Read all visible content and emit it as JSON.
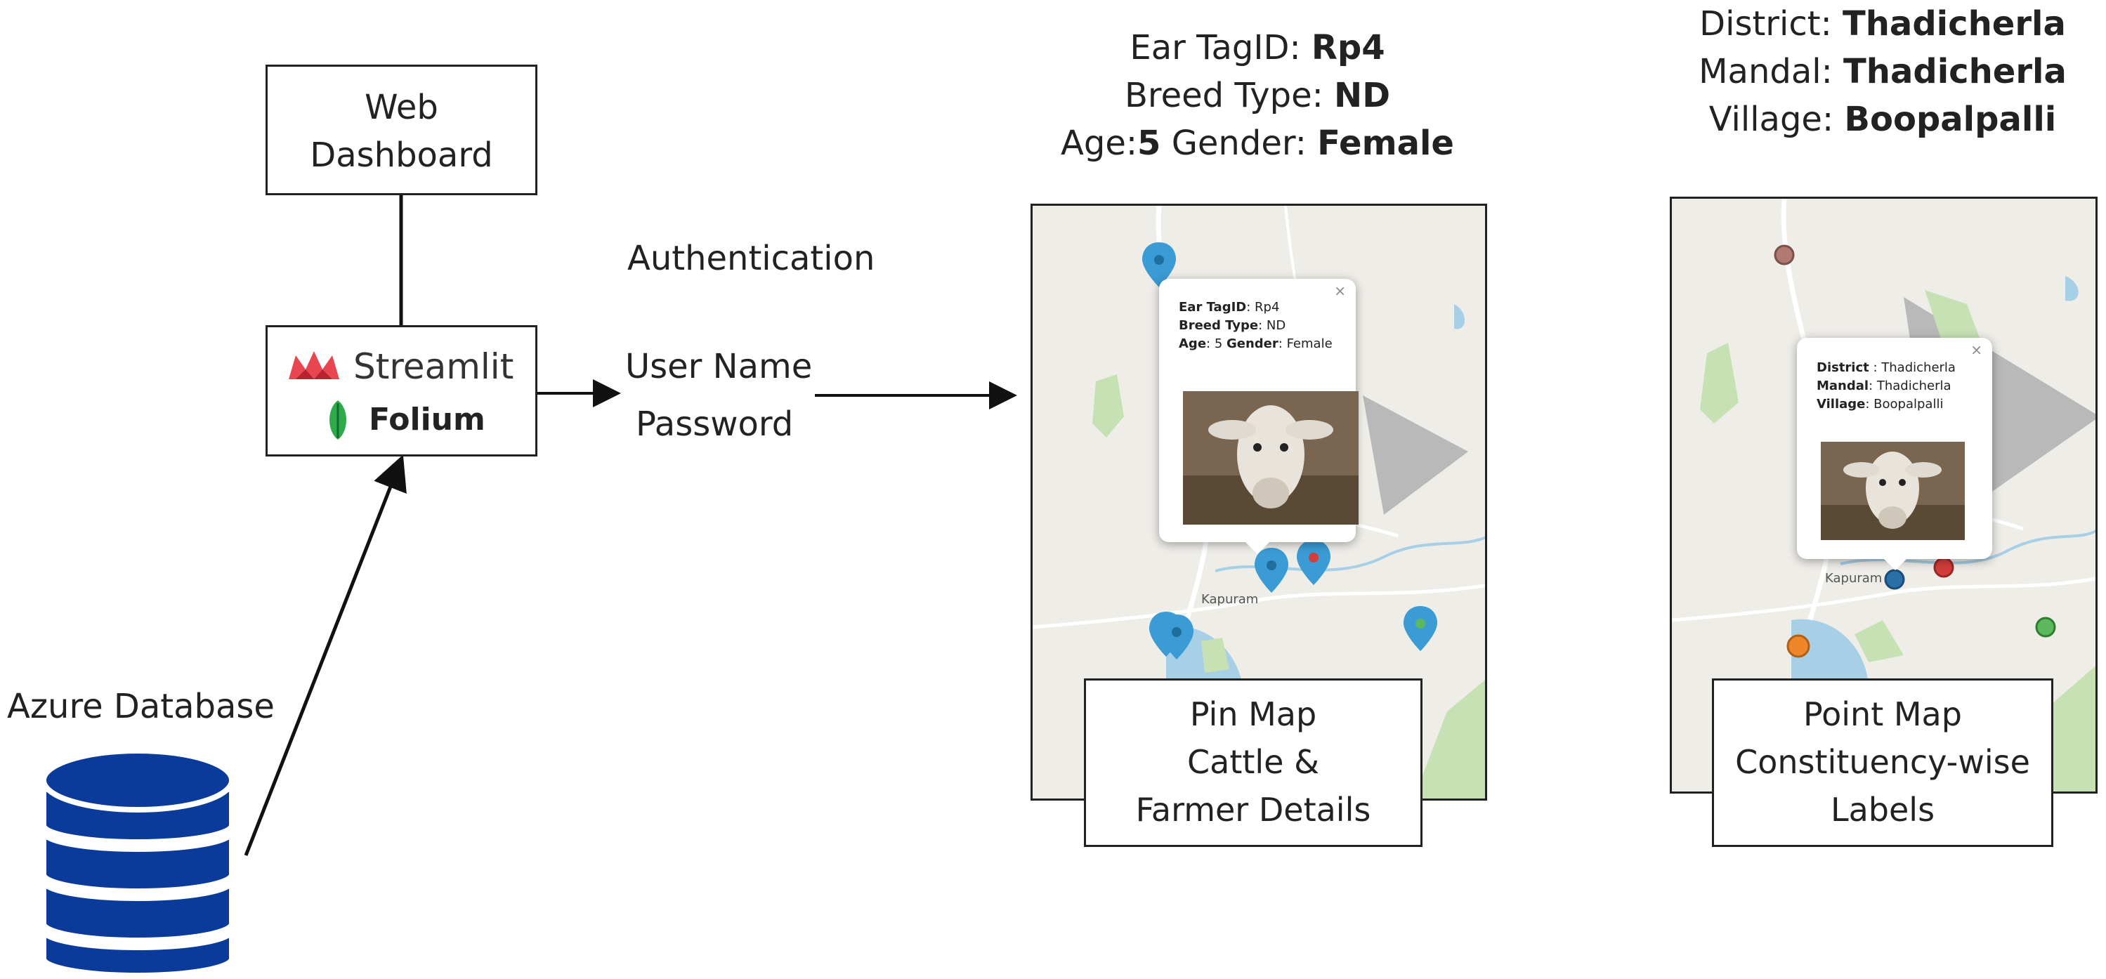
{
  "nodes": {
    "web_dashboard": {
      "line1": "Web",
      "line2": "Dashboard"
    },
    "streamlit": {
      "label": "Streamlit"
    },
    "folium": {
      "label": "Folium"
    },
    "azure": {
      "label": "Azure Database"
    }
  },
  "auth": {
    "title": "Authentication",
    "line1": "User Name",
    "line2": "Password"
  },
  "pin_header": {
    "ear_prefix": "Ear TagID: ",
    "ear_value": "Rp4",
    "breed_prefix": "Breed Type: ",
    "breed_value": "ND",
    "age_prefix": "Age:",
    "age_value": "5",
    "gender_prefix": " Gender: ",
    "gender_value": "Female"
  },
  "point_header": {
    "district_prefix": "District: ",
    "district_value": "Thadicherla",
    "mandal_prefix": "Mandal: ",
    "mandal_value": "Thadicherla",
    "village_prefix": "Village: ",
    "village_value": "Boopalpalli"
  },
  "pin_popup": {
    "ear_label": "Ear TagID",
    "ear_value": ": Rp4",
    "breed_label": "Breed Type",
    "breed_value": ": ND",
    "age_label": "Age",
    "age_value": ": 5 ",
    "gender_label": "Gender",
    "gender_value": ": Female",
    "close": "×"
  },
  "point_popup": {
    "district_label": "District",
    "district_value": " : Thadicherla",
    "mandal_label": "Mandal",
    "mandal_value": ": Thadicherla",
    "village_label": "Village",
    "village_value": ": Boopalpalli",
    "close": "×"
  },
  "map_labels": {
    "kapuram": "Kapuram"
  },
  "pin_caption": {
    "line1": "Pin Map",
    "line2": "Cattle &",
    "line3": "Farmer Details"
  },
  "point_caption": {
    "line1": "Point Map",
    "line2": "Constituency-wise",
    "line3": "Labels"
  },
  "colors": {
    "pin_blue": "#3a9bd5",
    "pin_red": "#d33d3a",
    "pin_green": "#5cb85c",
    "point_orange": "#f0862a",
    "database_blue": "#0a3a9a",
    "streamlit_red": "#e8474f",
    "folium_green": "#2eaa4a"
  }
}
